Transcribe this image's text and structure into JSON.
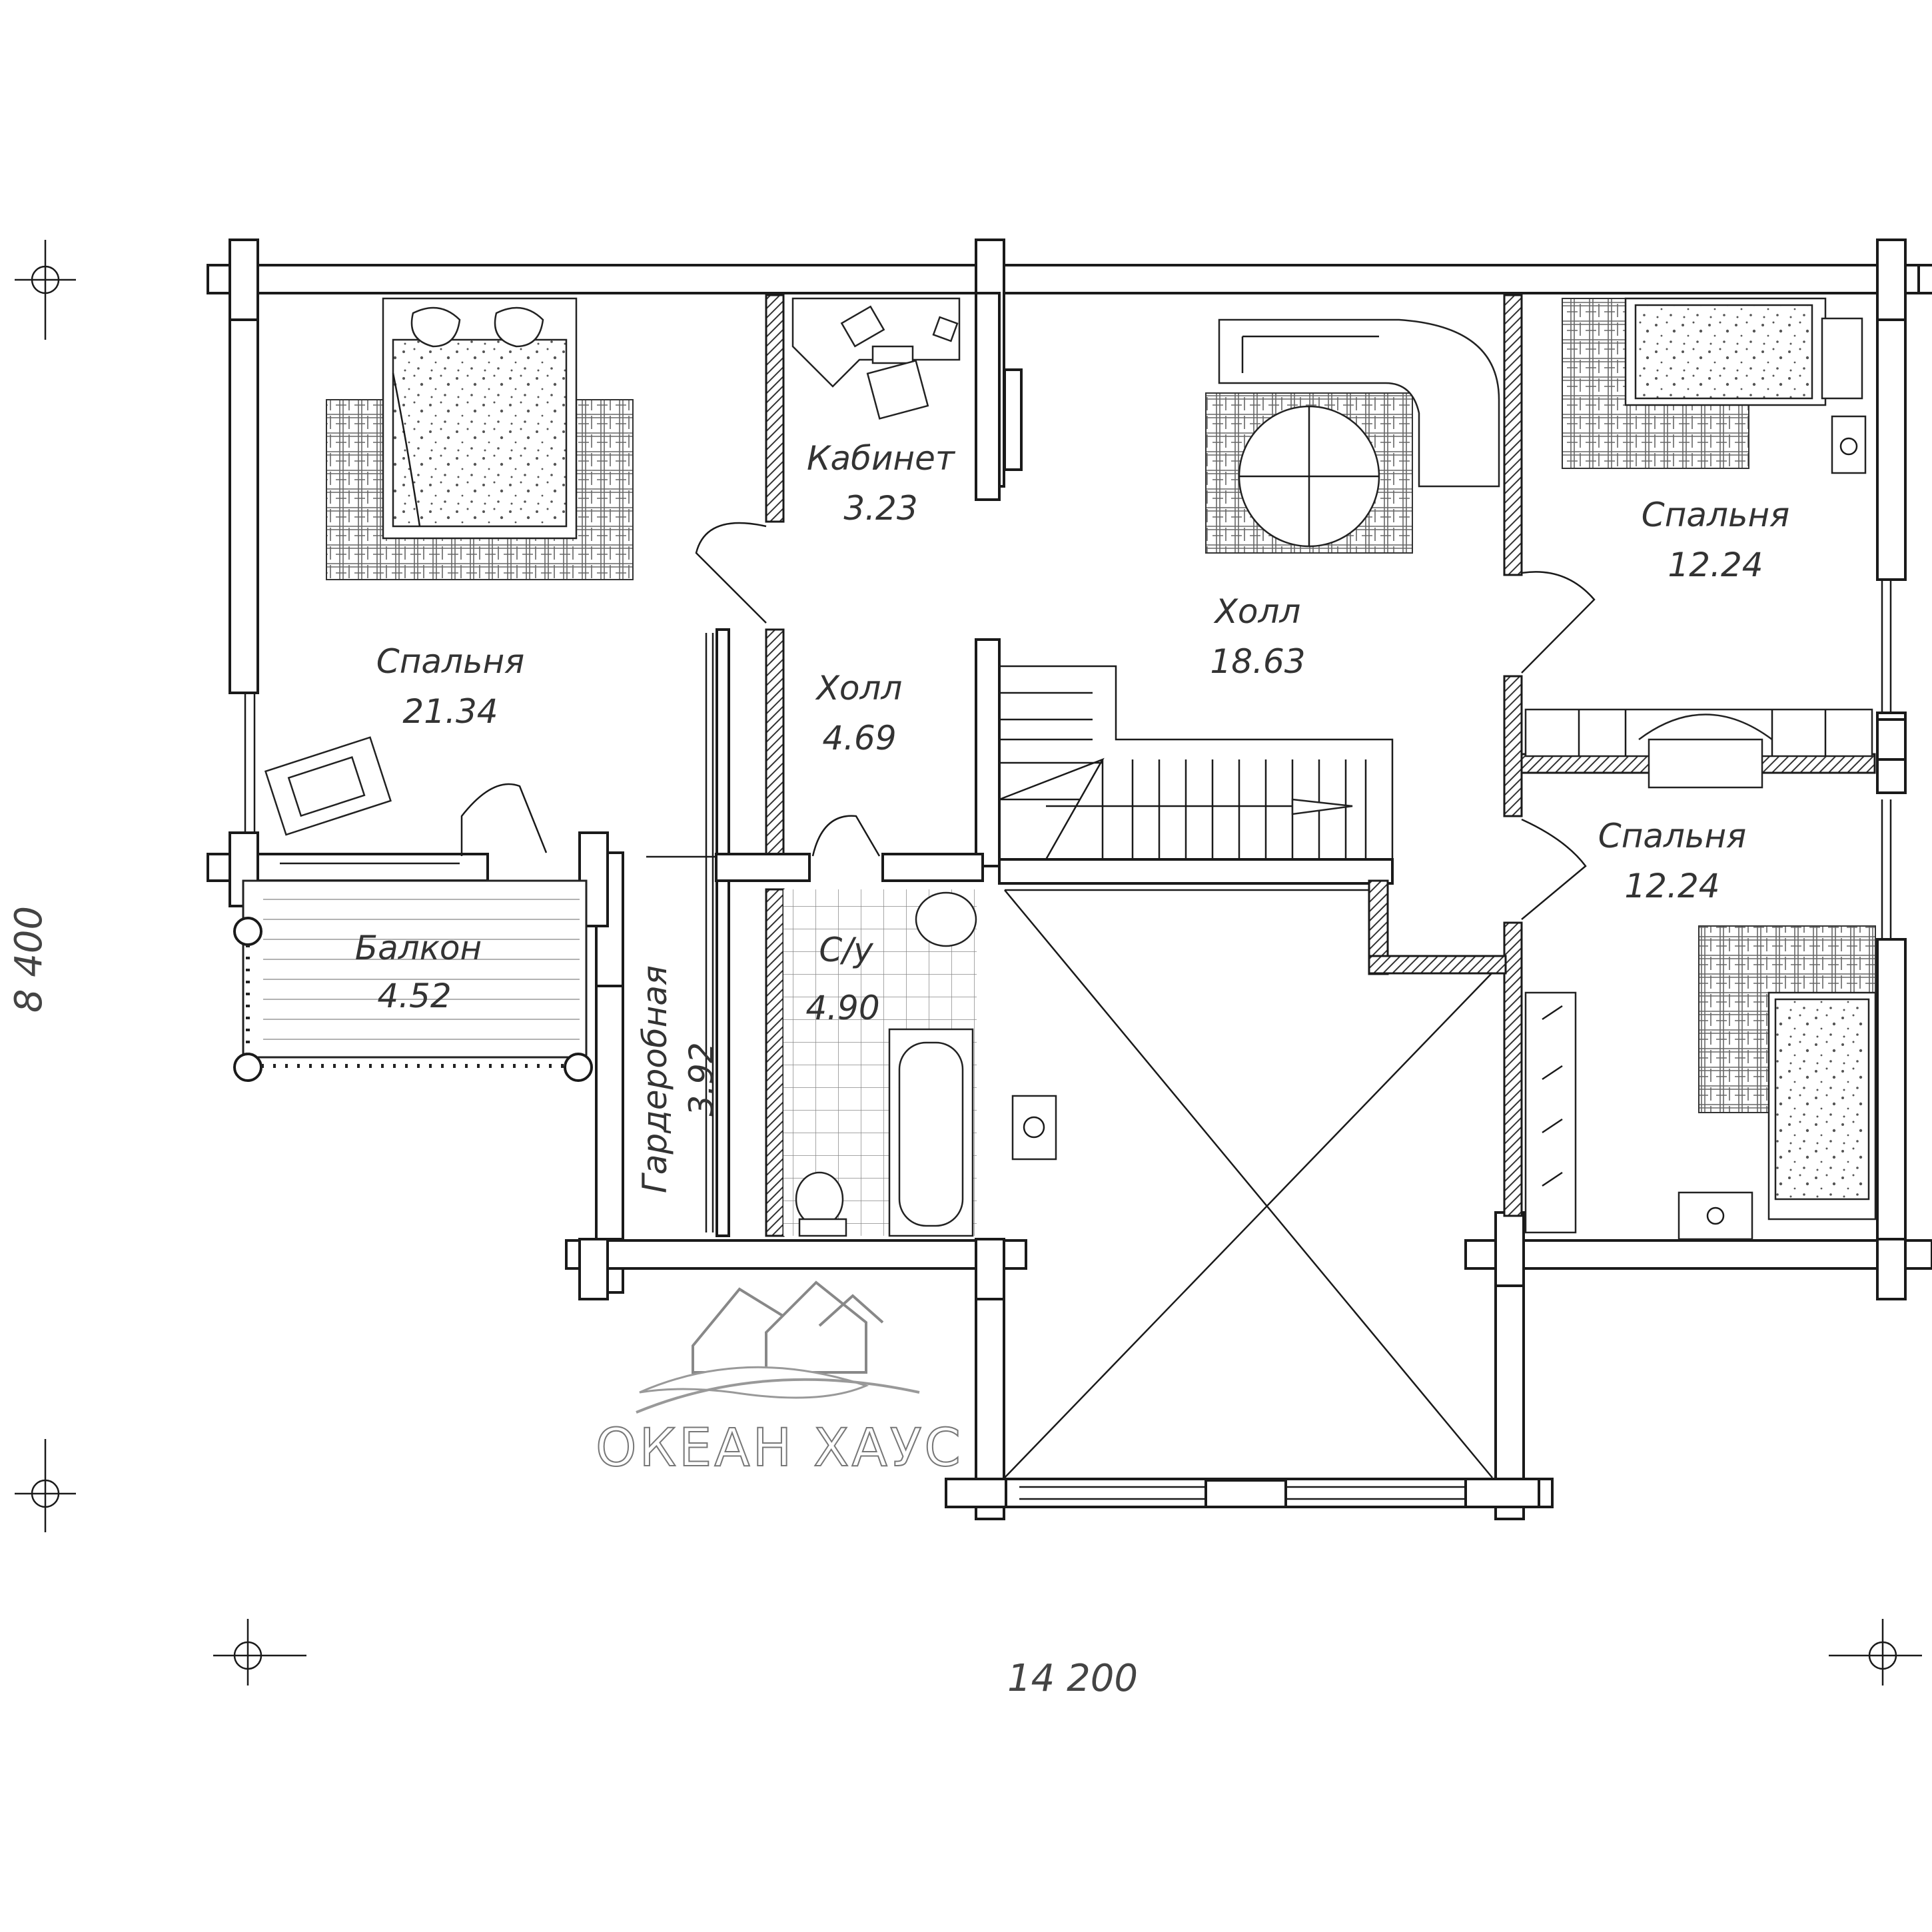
{
  "rooms": {
    "bedroom_main": {
      "name": "Спальня",
      "area": "21.34"
    },
    "office": {
      "name": "Кабинет",
      "area": "3.23"
    },
    "hall_small": {
      "name": "Холл",
      "area": "4.69"
    },
    "hall_big": {
      "name": "Холл",
      "area": "18.63"
    },
    "bedroom_ne": {
      "name": "Спальня",
      "area": "12.24"
    },
    "bedroom_se": {
      "name": "Спальня",
      "area": "12.24"
    },
    "balcony": {
      "name": "Балкон",
      "area": "4.52"
    },
    "wardrobe": {
      "name": "Гардеробная",
      "area": "3.92"
    },
    "bathroom": {
      "name": "С/у",
      "area": "4.90"
    }
  },
  "dimensions": {
    "width": "14 200",
    "height": "8 400"
  },
  "brand": {
    "name": "ОКЕАН ХАУС"
  },
  "icons": [
    "axis-marker-icon",
    "stair-arrow-icon",
    "house-logo-icon"
  ]
}
